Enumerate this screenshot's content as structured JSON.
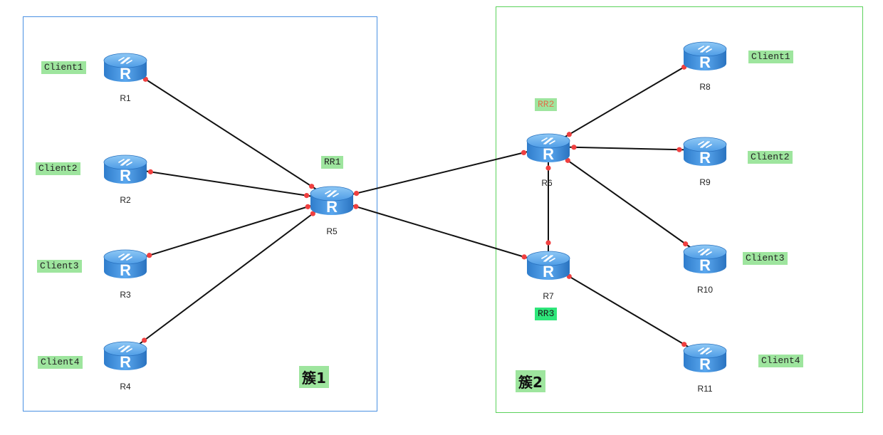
{
  "clusters": [
    {
      "title": "簇1"
    },
    {
      "title": "簇2"
    }
  ],
  "routers": [
    {
      "id": "R1",
      "tag": "Client1"
    },
    {
      "id": "R2",
      "tag": "Client2"
    },
    {
      "id": "R3",
      "tag": "Client3"
    },
    {
      "id": "R4",
      "tag": "Client4"
    },
    {
      "id": "R5",
      "tag": "RR1"
    },
    {
      "id": "R6",
      "tag": "RR2"
    },
    {
      "id": "R7",
      "tag": "RR3"
    },
    {
      "id": "R8",
      "tag": "Client1"
    },
    {
      "id": "R9",
      "tag": "Client2"
    },
    {
      "id": "R10",
      "tag": "Client3"
    },
    {
      "id": "R11",
      "tag": "Client4"
    }
  ],
  "links": [
    [
      "R1",
      "R5"
    ],
    [
      "R2",
      "R5"
    ],
    [
      "R3",
      "R5"
    ],
    [
      "R4",
      "R5"
    ],
    [
      "R5",
      "R6"
    ],
    [
      "R5",
      "R7"
    ],
    [
      "R6",
      "R7"
    ],
    [
      "R6",
      "R8"
    ],
    [
      "R6",
      "R9"
    ],
    [
      "R6",
      "R10"
    ],
    [
      "R7",
      "R11"
    ]
  ],
  "colors": {
    "cluster1_border": "#4a90e2",
    "cluster2_border": "#5bd25b",
    "tag_bg": "#9ee59e",
    "rr3_tag_bg": "#2ee67a",
    "rr2_tag_text": "#e0704a",
    "link": "#111111",
    "port_dot": "#f04040",
    "router_body": "#3d8fe0"
  },
  "icon": "router-icon"
}
